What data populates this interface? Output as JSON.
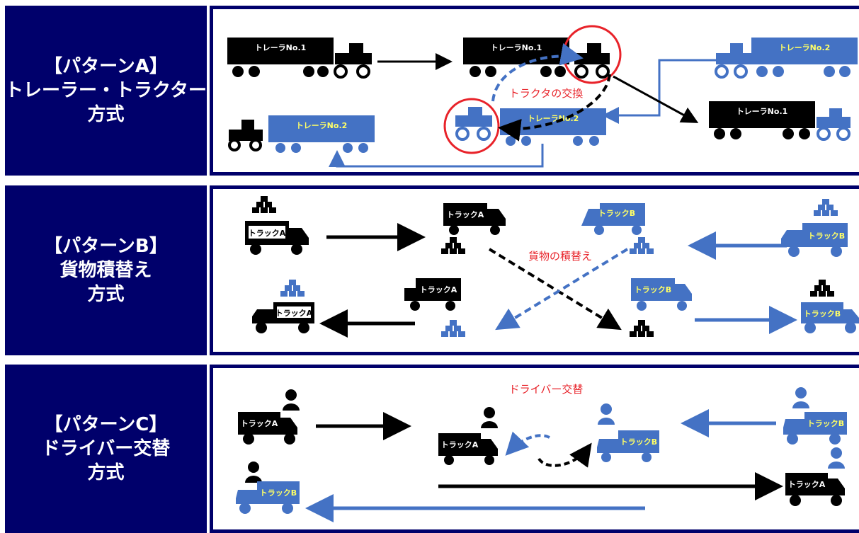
{
  "colors": {
    "navy": "#00006b",
    "blue": "#4472c4",
    "black": "#000000",
    "red": "#e8232a",
    "yellow": "#ffff66"
  },
  "patternA": {
    "label_lines": [
      "【パターンA】",
      "トレーラー・トラクター",
      "方式"
    ],
    "trailer1": "トレーラNo.1",
    "trailer2": "トレーラNo.2",
    "annotation": "トラクタの交換"
  },
  "patternB": {
    "label_lines": [
      "【パターンB】",
      "貨物積替え",
      "方式"
    ],
    "truckA": "トラックA",
    "truckB": "トラックB",
    "annotation": "貨物の積替え"
  },
  "patternC": {
    "label_lines": [
      "【パターンC】",
      "ドライバー交替",
      "方式"
    ],
    "truckA": "トラックA",
    "truckB": "トラックB",
    "annotation": "ドライバー交替"
  }
}
